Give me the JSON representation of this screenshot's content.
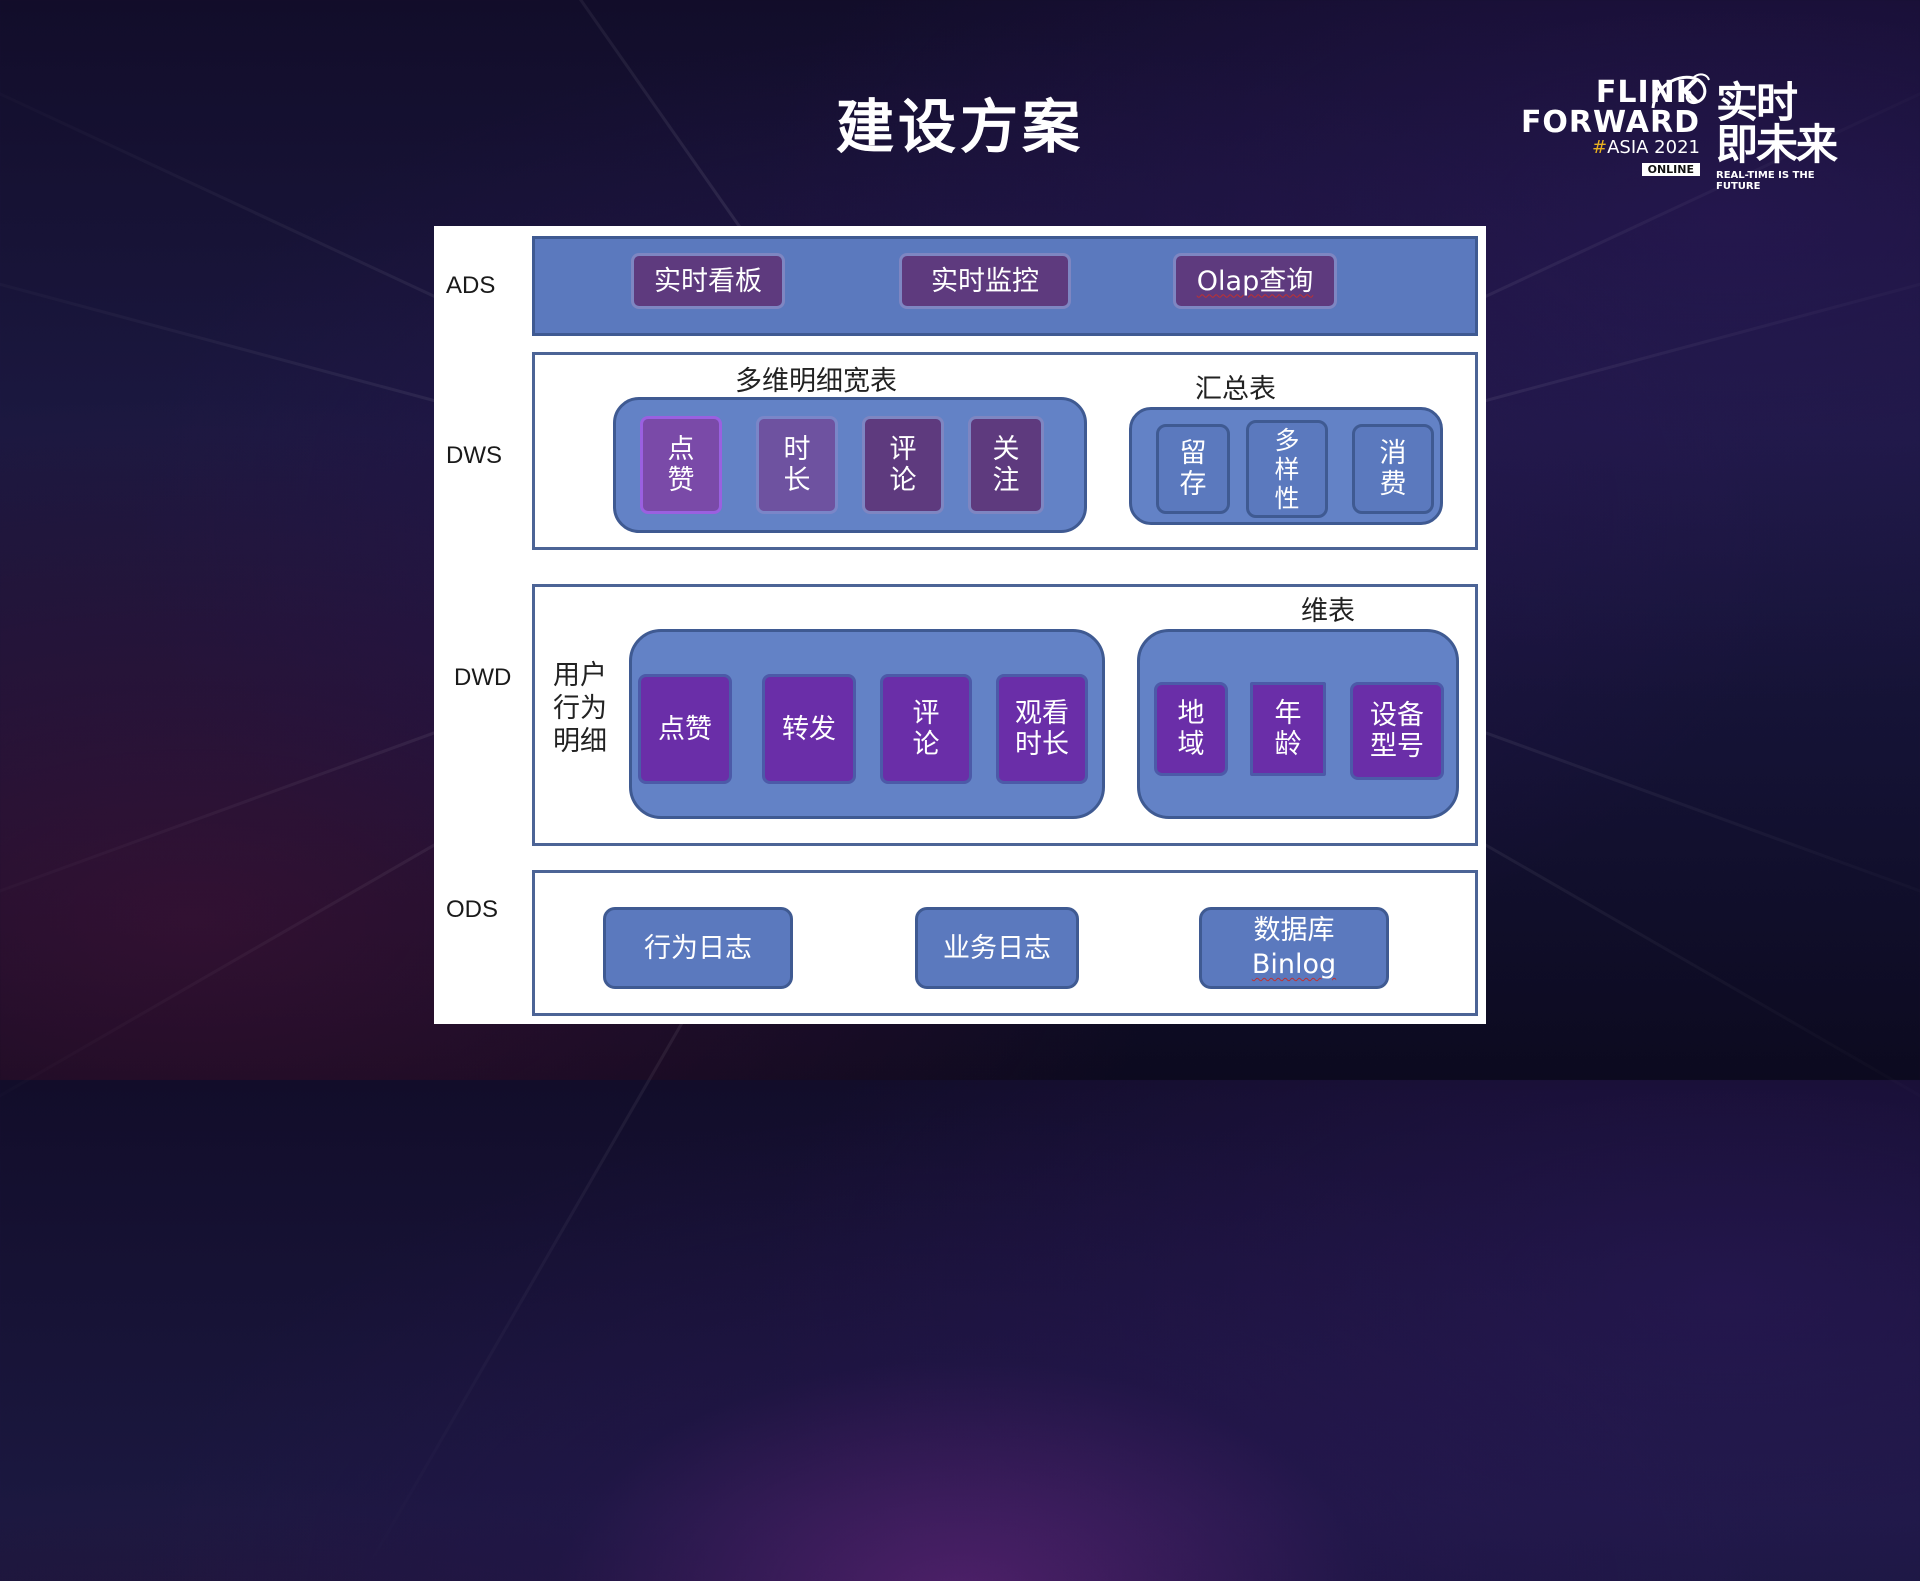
{
  "slide": {
    "title": "建设方案"
  },
  "logo": {
    "line1": "FLINK",
    "line2": "FORWARD",
    "hash": "#",
    "asia": "ASIA 2021",
    "online": "ONLINE",
    "cn1": "实时",
    "cn2": "即未来",
    "tagline": "REAL-TIME IS THE FUTURE"
  },
  "layers": {
    "ads": {
      "label": "ADS",
      "items": [
        "实时看板",
        "实时监控",
        "Olap查询"
      ]
    },
    "dws": {
      "label": "DWS",
      "wide_title": "多维明细宽表",
      "wide_items": [
        "点\n赞",
        "时\n长",
        "评\n论",
        "关\n注"
      ],
      "summary_title": "汇总表",
      "summary_items": [
        "留\n存",
        "多\n样\n性",
        "消\n费"
      ]
    },
    "dwd": {
      "label": "DWD",
      "side_text": "用户\n行为\n明细",
      "behavior_items": [
        "点赞",
        "转发",
        "评\n论",
        "观看\n时长"
      ],
      "dim_title": "维表",
      "dim_items": [
        "地\n域",
        "年\n龄",
        "设备\n型号"
      ]
    },
    "ods": {
      "label": "ODS",
      "items": [
        "行为日志",
        "业务日志"
      ],
      "db_line1": "数据库",
      "db_line2": "Binlog"
    }
  }
}
